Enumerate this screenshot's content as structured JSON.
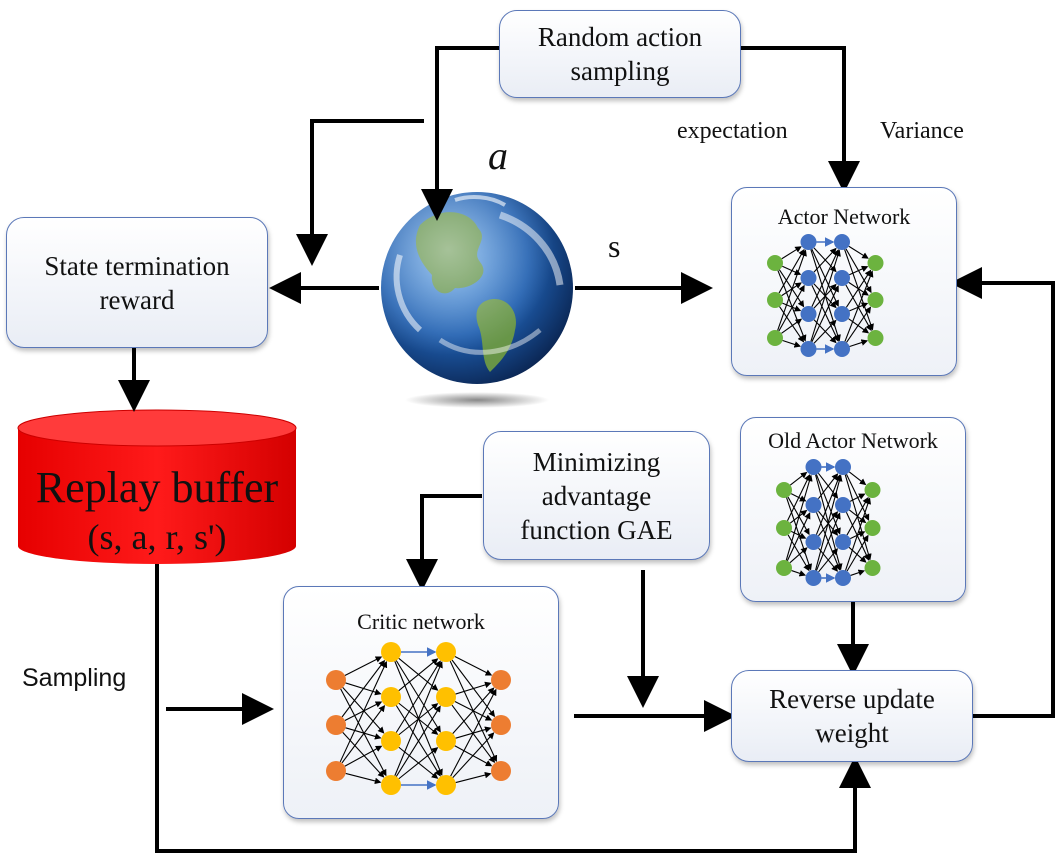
{
  "boxes": {
    "random_action": "Random action\nsampling",
    "state_reward": "State termination\nreward",
    "minimizing": "Minimizing\nadvantage\nfunction GAE",
    "reverse_update": "Reverse update\nweight"
  },
  "networks": {
    "actor": "Actor Network",
    "old_actor": "Old Actor Network",
    "critic": "Critic network"
  },
  "labels": {
    "expectation": "expectation",
    "variance": "Variance",
    "action": "a",
    "state": "s",
    "sampling": "Sampling"
  },
  "replay_buffer": {
    "title": "Replay buffer",
    "tuple": "(s, a, r, s')"
  },
  "colors": {
    "box_border": "#5b78b8",
    "actor_input": "#6cb33f",
    "actor_hidden": "#4472c4",
    "critic_io": "#ed7d31",
    "critic_hidden": "#ffc000",
    "buffer": "#ff0000"
  }
}
